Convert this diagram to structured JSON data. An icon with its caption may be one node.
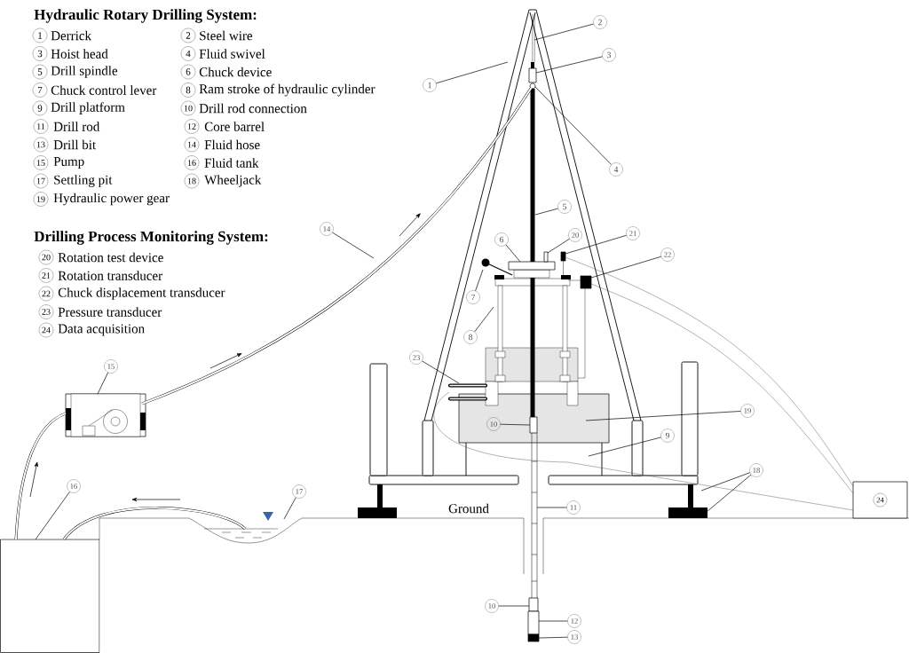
{
  "diagram": {
    "nodes": [
      {
        "text": [
          "1"
        ]
      },
      {
        "text": [
          "2"
        ]
      },
      {
        "text": [],
        "shape": "line"
      },
      {
        "text": [
          "3"
        ]
      },
      {
        "text": [],
        "shape": "box"
      },
      {
        "text": [
          "4"
        ]
      },
      {
        "text": [],
        "shape": "circle"
      },
      {
        "text": [
          "5"
        ]
      },
      {
        "text": [],
        "shape": "bar"
      },
      {
        "text": [
          "6"
        ]
      },
      {
        "text": [],
        "shape": "box"
      },
      {
        "text": [
          "20"
        ]
      },
      {
        "text": [],
        "shape": "box"
      },
      {
        "text": [
          "21"
        ]
      },
      {
        "text": [],
        "shape": "box"
      },
      {
        "text": [
          "22"
        ]
      },
      {
        "text": [],
        "shape": "box"
      },
      {
        "text": [
          "7"
        ]
      },
      {
        "text": [],
        "shape": "lever"
      },
      {
        "text": [
          "8"
        ]
      },
      {
        "text": [],
        "shape": "cylinder"
      },
      {
        "text": [
          "23"
        ]
      },
      {
        "text": [],
        "shape": "bar"
      },
      {
        "text": [
          "14"
        ]
      },
      {
        "text": [
          "15"
        ]
      },
      {
        "text": [],
        "shape": "box"
      },
      {
        "text": [
          "16"
        ]
      },
      {
        "text": [],
        "shape": "box"
      },
      {
        "text": [
          "17"
        ]
      },
      {
        "text": [],
        "shape": "basin"
      },
      {
        "text": [
          "19"
        ]
      },
      {
        "text": [],
        "shape": "box"
      },
      {
        "text": [
          "10"
        ],
        "in": 31
      },
      {
        "text": [],
        "shape": "box",
        "in": 31
      },
      {
        "text": [
          "9"
        ]
      },
      {
        "text": [
          "18"
        ]
      },
      {
        "text": [],
        "shape": "bar"
      },
      {
        "text": [
          "11"
        ]
      },
      {
        "text": [],
        "shape": "bar"
      },
      {
        "text": [
          "10"
        ]
      },
      {
        "text": [],
        "shape": "box"
      },
      {
        "text": [
          "12"
        ]
      },
      {
        "text": [],
        "shape": "box"
      },
      {
        "text": [
          "13"
        ]
      },
      {
        "text": [],
        "shape": "box"
      },
      {
        "text": [
          "24"
        ]
      },
      {
        "text": [],
        "shape": "bar"
      }
    ],
    "edges": [
      {
        "from": 0,
        "to": null,
        "arrow": "none"
      },
      {
        "from": 1,
        "to": 2,
        "arrow": "none"
      },
      {
        "from": 3,
        "to": 4,
        "arrow": "none"
      },
      {
        "from": 5,
        "to": 6,
        "arrow": "none"
      },
      {
        "from": 7,
        "to": 8,
        "arrow": "none"
      },
      {
        "from": 9,
        "to": 10,
        "arrow": "none"
      },
      {
        "from": 11,
        "to": 12,
        "arrow": "none"
      },
      {
        "from": 13,
        "to": 14,
        "arrow": "none"
      },
      {
        "from": 15,
        "to": 16,
        "arrow": "none"
      },
      {
        "from": 17,
        "to": 18,
        "arrow": "none"
      },
      {
        "from": 19,
        "to": 20,
        "arrow": "none"
      },
      {
        "from": 21,
        "to": 22,
        "arrow": "none"
      },
      {
        "from": 23,
        "to": null,
        "arrow": "none"
      },
      {
        "from": 24,
        "to": 25,
        "arrow": "none"
      },
      {
        "from": 26,
        "to": 27,
        "arrow": "none"
      },
      {
        "from": 28,
        "to": 29,
        "arrow": "none"
      },
      {
        "from": 30,
        "to": 31,
        "arrow": "none"
      },
      {
        "from": 32,
        "to": 33,
        "arrow": "none"
      },
      {
        "from": 34,
        "to": null,
        "arrow": "none"
      },
      {
        "from": 35,
        "to": 36,
        "arrow": "none"
      },
      {
        "from": 35,
        "to": 36,
        "arrow": "none"
      },
      {
        "from": 37,
        "to": 38,
        "arrow": "none"
      },
      {
        "from": 39,
        "to": 40,
        "arrow": "none"
      },
      {
        "from": 41,
        "to": 42,
        "arrow": "none"
      },
      {
        "from": 43,
        "to": 44,
        "arrow": "none"
      },
      {
        "from": 27,
        "to": 25,
        "arrow": "none",
        "style": "thick"
      },
      {
        "from": 25,
        "to": 6,
        "arrow": "none",
        "style": "thick"
      },
      {
        "from": 29,
        "to": 27,
        "arrow": "none",
        "style": "thick"
      },
      {
        "from": 14,
        "to": 45,
        "arrow": "none"
      },
      {
        "from": 16,
        "to": 45,
        "arrow": "none"
      },
      {
        "from": 22,
        "to": 45,
        "arrow": "none"
      }
    ],
    "labels": [
      "Hydraulic Rotary Drilling System:",
      "1",
      "Derrick",
      "2",
      "Steel wire",
      "3",
      "Hoist head",
      "4",
      "Fluid swivel",
      "5",
      "Drill spindle",
      "6",
      "Chuck device",
      "7",
      "Chuck control lever",
      "8",
      "Ram stroke of hydraulic cylinder",
      "9",
      "Drill platform",
      "10",
      "Drill rod connection",
      "11",
      "Drill rod",
      "12",
      "Core barrel",
      "13",
      "Drill bit",
      "14",
      "Fluid hose",
      "15",
      "Pump",
      "16",
      "Fluid tank",
      "17",
      "Settling pit",
      "18",
      "Wheeljack",
      "19",
      "Hydraulic power gear",
      "Drilling Process Monitoring System:",
      "20",
      "Rotation test device",
      "21",
      "Rotation transducer",
      "22",
      "Chuck displacement transducer",
      "23",
      "Pressure transducer",
      "24",
      "Data acquisition",
      "Ground"
    ]
  }
}
